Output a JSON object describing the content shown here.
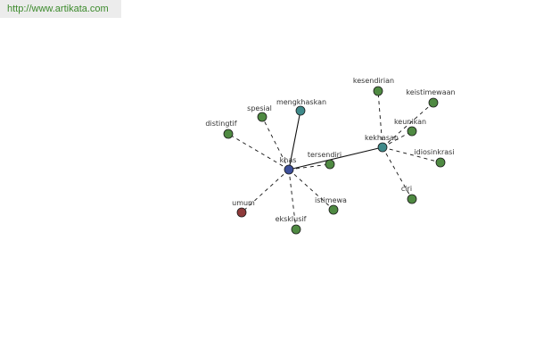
{
  "header": {
    "url": "http://www.artikata.com"
  },
  "colors": {
    "center": "#3c4f9a",
    "hub": "#3f8a8a",
    "leaf": "#4f8a42",
    "antonym": "#8e3a3a",
    "edge": "#111111"
  },
  "graph": {
    "nodes": [
      {
        "id": "khas",
        "label": "khas",
        "kind": "center"
      },
      {
        "id": "kekhasan",
        "label": "kekhasan",
        "kind": "hub"
      },
      {
        "id": "mengkhaskan",
        "label": "mengkhaskan",
        "kind": "hub"
      },
      {
        "id": "spesial",
        "label": "spesial",
        "kind": "leaf"
      },
      {
        "id": "distingtif",
        "label": "distingtif",
        "kind": "leaf"
      },
      {
        "id": "tersendiri",
        "label": "tersendiri",
        "kind": "leaf"
      },
      {
        "id": "umum",
        "label": "umum",
        "kind": "antonym"
      },
      {
        "id": "eksklusif",
        "label": "eksklusif",
        "kind": "leaf"
      },
      {
        "id": "istimewa",
        "label": "istimewa",
        "kind": "leaf"
      },
      {
        "id": "kesendirian",
        "label": "kesendirian",
        "kind": "leaf"
      },
      {
        "id": "keistimewaan",
        "label": "keistimewaan",
        "kind": "leaf"
      },
      {
        "id": "keunikan",
        "label": "keunikan",
        "kind": "leaf"
      },
      {
        "id": "idiosinkrasi",
        "label": "idiosinkrasi",
        "kind": "leaf"
      },
      {
        "id": "ciri",
        "label": "ciri",
        "kind": "leaf"
      }
    ],
    "edges": [
      {
        "from": "khas",
        "to": "mengkhaskan",
        "style": "solid"
      },
      {
        "from": "khas",
        "to": "kekhasan",
        "style": "solid"
      },
      {
        "from": "khas",
        "to": "spesial",
        "style": "dashed"
      },
      {
        "from": "khas",
        "to": "distingtif",
        "style": "dashed"
      },
      {
        "from": "khas",
        "to": "tersendiri",
        "style": "dashed"
      },
      {
        "from": "khas",
        "to": "umum",
        "style": "dashed"
      },
      {
        "from": "khas",
        "to": "eksklusif",
        "style": "dashed"
      },
      {
        "from": "khas",
        "to": "istimewa",
        "style": "dashed"
      },
      {
        "from": "kekhasan",
        "to": "kesendirian",
        "style": "dashed"
      },
      {
        "from": "kekhasan",
        "to": "keistimewaan",
        "style": "dashed"
      },
      {
        "from": "kekhasan",
        "to": "keunikan",
        "style": "dashed"
      },
      {
        "from": "kekhasan",
        "to": "idiosinkrasi",
        "style": "dashed"
      },
      {
        "from": "kekhasan",
        "to": "ciri",
        "style": "dashed"
      }
    ]
  }
}
